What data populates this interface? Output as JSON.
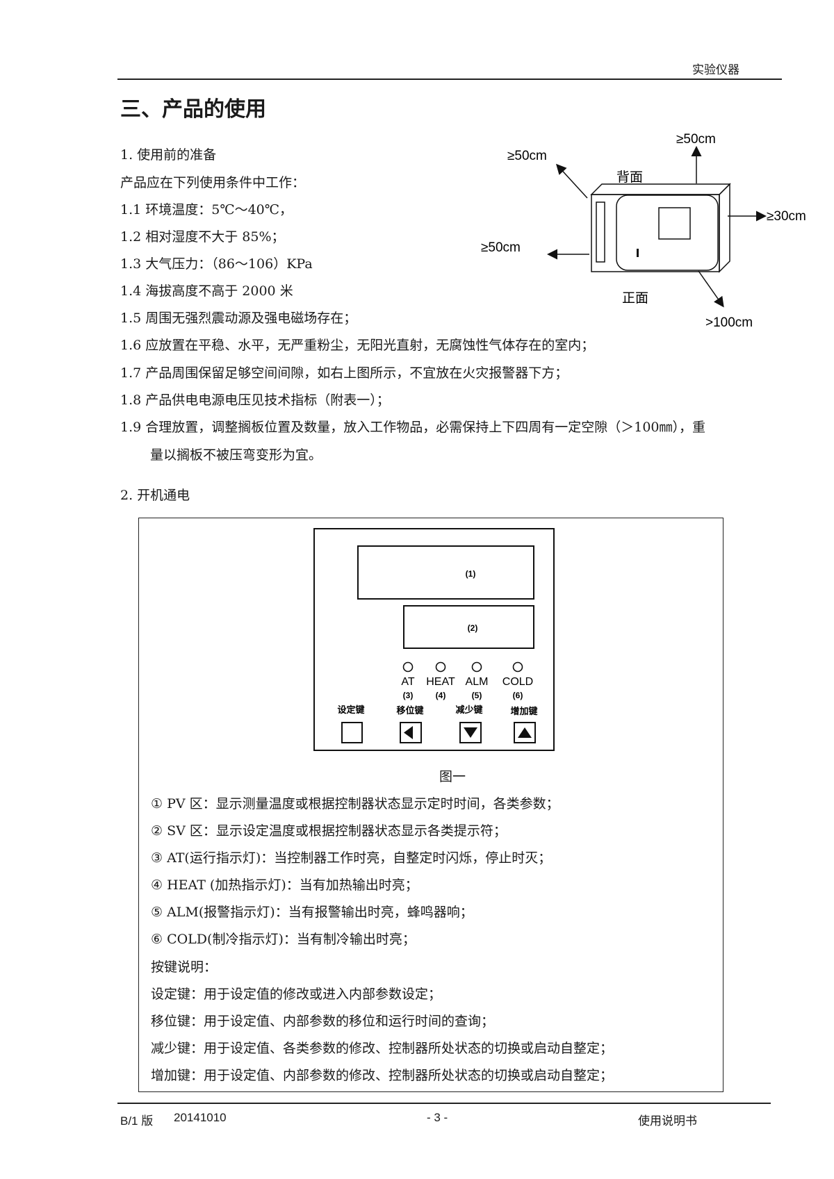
{
  "header": {
    "right_text": "实验仪器"
  },
  "section_title": "三、产品的使用",
  "prep": {
    "heading": "1. 使用前的准备",
    "intro": "产品应在下列使用条件中工作：",
    "items": [
      "1.1 环境温度：5℃～40℃，",
      "1.2 相对湿度不大于 85%；",
      "1.3 大气压力：（86～106）KPa",
      "1.4 海拔高度不高于 2000 米",
      "1.5 周围无强烈震动源及强电磁场存在；",
      "1.6 应放置在平稳、水平，无严重粉尘，无阳光直射，无腐蚀性气体存在的室内；",
      "1.7 产品周围保留足够空间间隙，如右上图所示，不宜放在火灾报警器下方；",
      "1.8 产品供电电源电压见技术指标（附表一）；",
      "1.9 合理放置，调整搁板位置及数量，放入工作物品，必需保持上下四周有一定空隙（＞100㎜），重"
    ],
    "item_19_cont": "量以搁板不被压弯变形为宜。"
  },
  "clearance_diagram": {
    "top": "≥50cm",
    "back_left": "≥50cm",
    "back_label": "背面",
    "right": "≥30cm",
    "left": "≥50cm",
    "front_label": "正面",
    "front": ">100cm"
  },
  "power_on": {
    "heading": "2. 开机通电"
  },
  "panel": {
    "display1": "(1)",
    "display2": "(2)",
    "indicators": [
      {
        "label": "AT",
        "num": "(3)"
      },
      {
        "label": "HEAT",
        "num": "(4)"
      },
      {
        "label": "ALM",
        "num": "(5)"
      },
      {
        "label": "COLD",
        "num": "(6)"
      }
    ],
    "keys": [
      "设定键",
      "移位键",
      "减少键",
      "增加键"
    ],
    "caption": "图一"
  },
  "legend": [
    "① PV 区：显示测量温度或根据控制器状态显示定时时间，各类参数；",
    "② SV 区：显示设定温度或根据控制器状态显示各类提示符；",
    "③ AT(运行指示灯)：当控制器工作时亮，自整定时闪烁，停止时灭；",
    "④ HEAT (加热指示灯)：当有加热输出时亮；",
    "⑤ ALM(报警指示灯)：当有报警输出时亮，蜂鸣器响；",
    "⑥ COLD(制冷指示灯)：当有制冷输出时亮；",
    "按键说明：",
    "设定键：用于设定值的修改或进入内部参数设定；",
    "移位键：用于设定值、内部参数的移位和运行时间的查询；",
    "减少键：用于设定值、各类参数的修改、控制器所处状态的切换或启动自整定；",
    "增加键：用于设定值、内部参数的修改、控制器所处状态的切换或启动自整定；"
  ],
  "footer": {
    "version": "B/1 版",
    "date": "20141010",
    "page": "- 3 -",
    "doc_name": "使用说明书"
  }
}
